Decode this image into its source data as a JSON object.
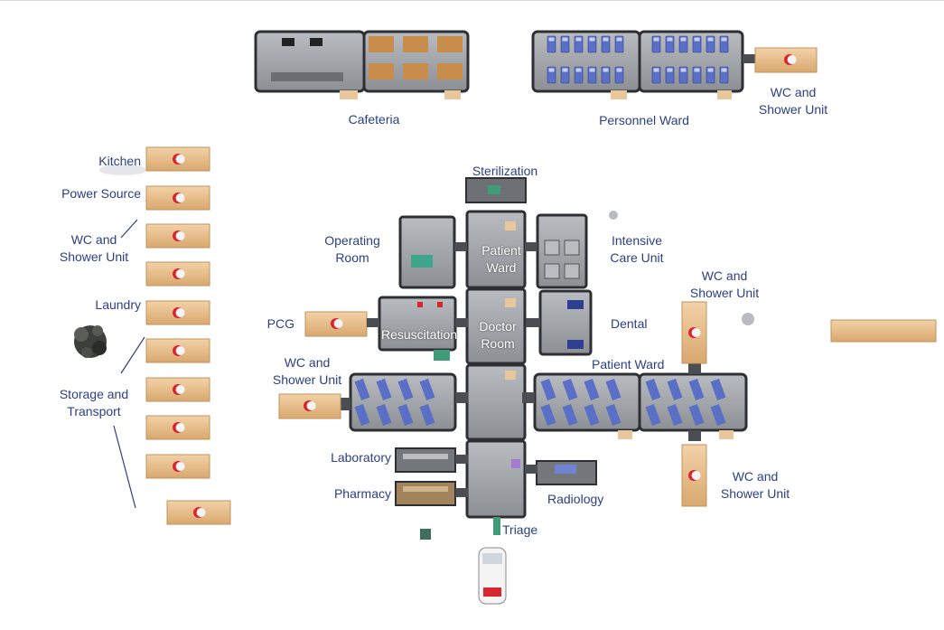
{
  "colors": {
    "label": "#2b3f86",
    "container_wood": "#e9c08f",
    "crescent": "#d8262e",
    "module_grey": "#9a9da1",
    "module_dark": "#3c3f43",
    "bed_blue": "#5a6fc6"
  },
  "icons": [
    "red-crescent-icon",
    "tree-icon",
    "ambulance-icon"
  ],
  "labels": {
    "cafeteria": "Cafeteria",
    "personnel_ward": "Personnel Ward",
    "wc_top_right": [
      "WC and",
      "Shower Unit"
    ],
    "kitchen": "Kitchen",
    "power_source": "Power Source",
    "wc_left": [
      "WC and",
      "Shower Unit"
    ],
    "laundry": "Laundry",
    "storage_transport": [
      "Storage and",
      "Transport"
    ],
    "sterilization": "Sterilization",
    "operating_room": [
      "Operating",
      "Room"
    ],
    "patient_ward_center": [
      "Patient",
      "Ward"
    ],
    "intensive_care": [
      "Intensive",
      "Care Unit"
    ],
    "wc_right_mid": [
      "WC and",
      "Shower Unit"
    ],
    "pcg": "PCG",
    "resuscitation": "Resuscitation",
    "doctor_room": [
      "Doctor",
      "Room"
    ],
    "dental": "Dental",
    "wc_mid_left": [
      "WC and",
      "Shower Unit"
    ],
    "patient_ward_right": "Patient Ward",
    "laboratory": "Laboratory",
    "pharmacy": "Pharmacy",
    "radiology": "Radiology",
    "triage": "Triage",
    "wc_bottom_right": [
      "WC and",
      "Shower Unit"
    ]
  }
}
